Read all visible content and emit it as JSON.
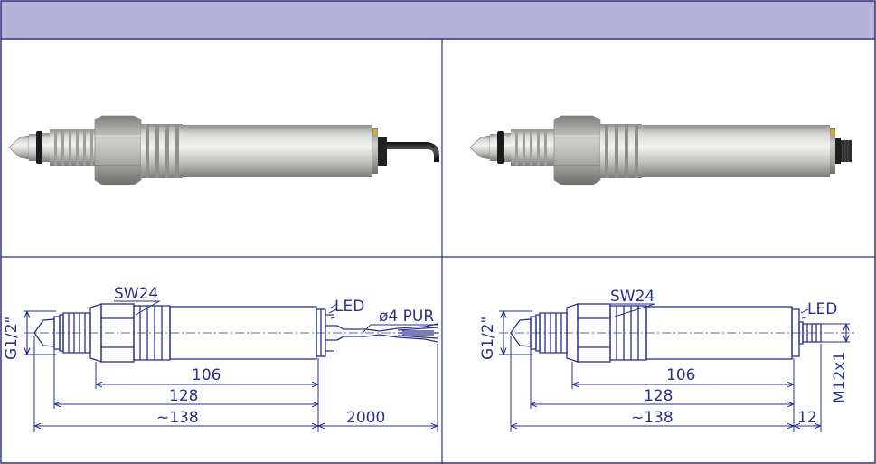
{
  "colors": {
    "header_bg": "#b5b1d8",
    "grid_line": "#2e327e",
    "drawing_line": "#2a2f8e",
    "metal_light": "#e4e4e2",
    "metal_mid": "#b9b9b6",
    "metal_dark": "#8d8d8b",
    "cable": "#1e1e1e",
    "o_ring": "#1a1a1a",
    "led": "#e0a92a"
  },
  "left_drawing": {
    "wrench_size": "SW24",
    "led_label": "LED",
    "thread_label": "G1/2\"",
    "cable_label": "ø4 PUR",
    "dims": [
      "106",
      "128",
      "~138",
      "2000"
    ]
  },
  "right_drawing": {
    "wrench_size": "SW24",
    "led_label": "LED",
    "thread_label": "G1/2\"",
    "connector_label": "M12x1",
    "dims": [
      "106",
      "128",
      "~138",
      "12"
    ]
  },
  "icons": [
    "sensor-cable-photo",
    "sensor-connector-photo"
  ]
}
